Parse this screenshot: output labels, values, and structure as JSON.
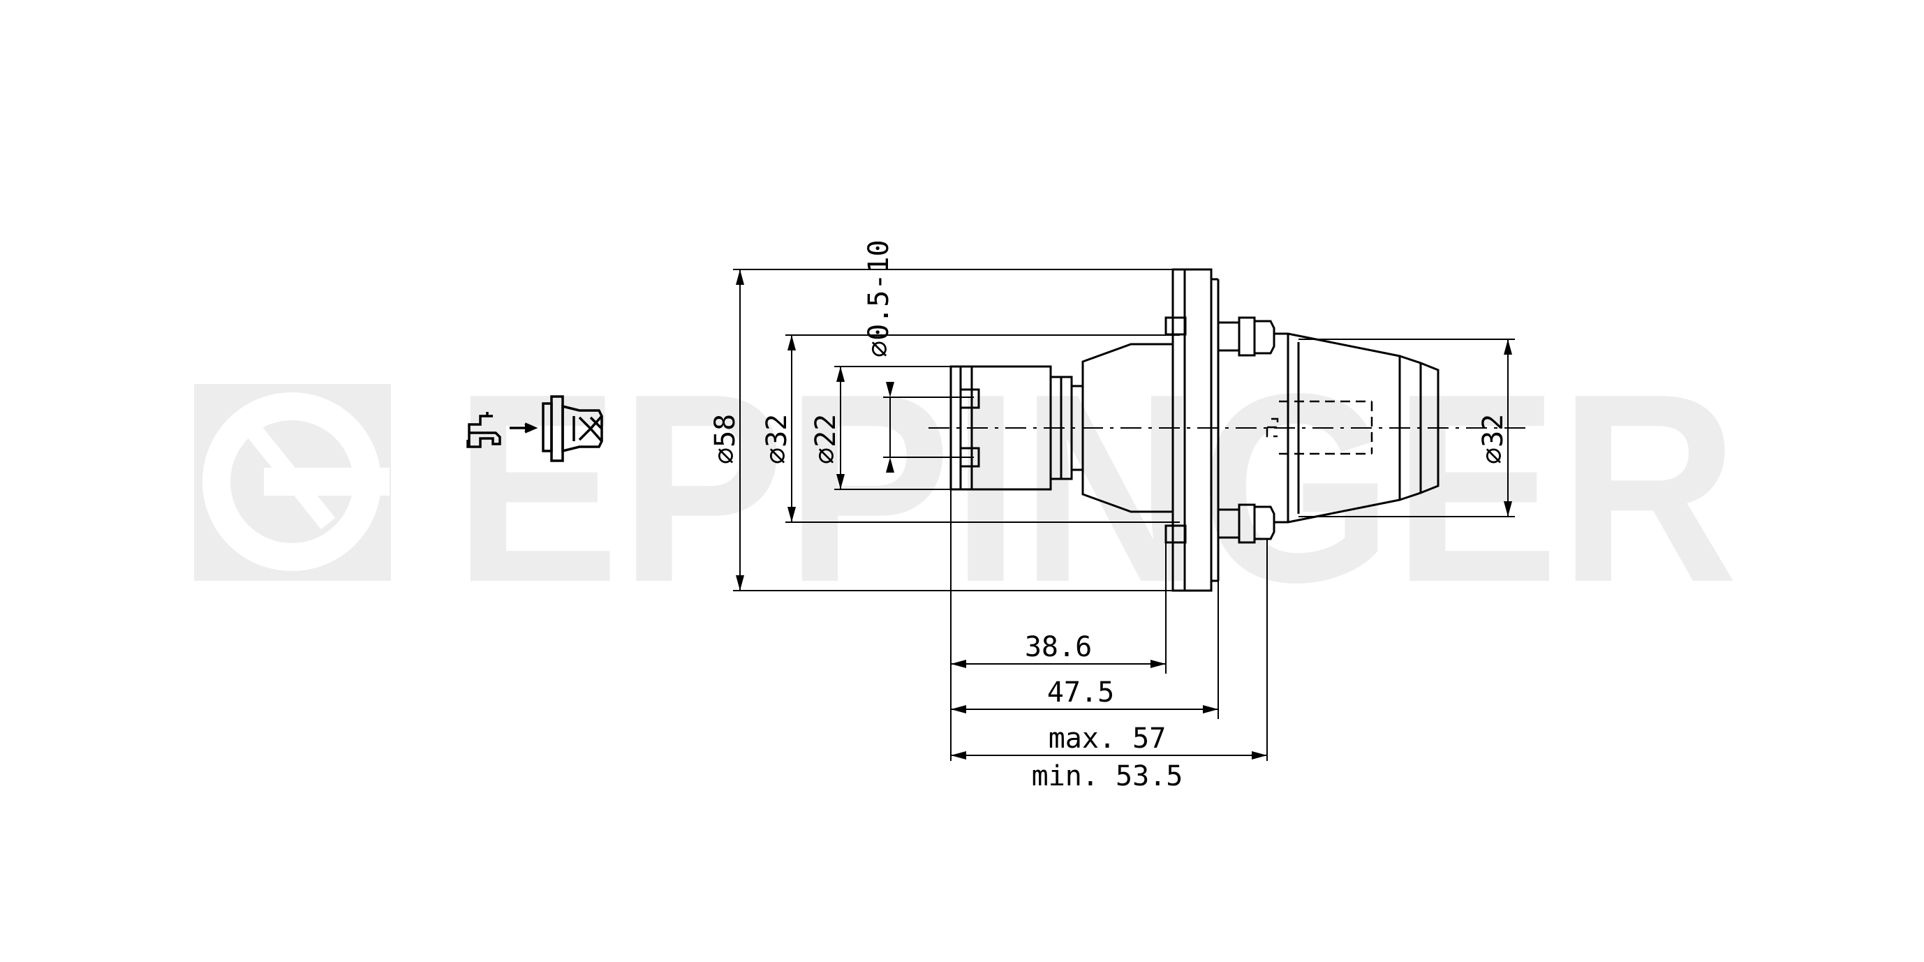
{
  "watermark": {
    "text": "EPPINGER",
    "color": "#ededed"
  },
  "dimensions": {
    "d_clamp_range": "⌀0.5-10",
    "d_flange": "⌀58",
    "d_body_left": "⌀32",
    "d_nut": "⌀22",
    "d_shank": "⌀32",
    "len_38_6": "38.6",
    "len_47_5": "47.5",
    "len_max": "max. 57",
    "len_min": "min. 53.5"
  },
  "icons": {
    "coolant": "coolant-tap-icon"
  },
  "colors": {
    "line": "#000000",
    "watermark": "#ededed"
  }
}
